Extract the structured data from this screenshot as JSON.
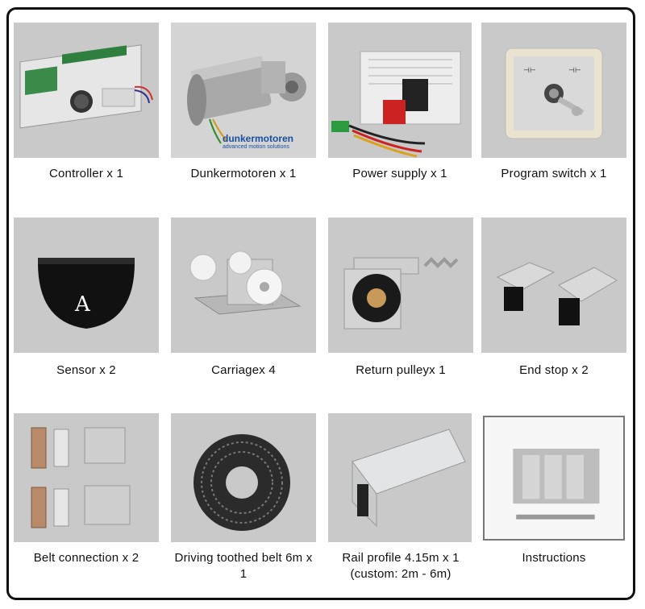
{
  "items": [
    {
      "label": "Controller x 1",
      "icon": "controller-board-icon"
    },
    {
      "label": "Dunkermotoren x 1",
      "icon": "motor-icon",
      "brand": "dunkermotoren",
      "brand_tagline": "advanced motion solutions",
      "colors": {
        "brand": "#1a4fa0"
      }
    },
    {
      "label": "Power supply x 1",
      "icon": "power-supply-icon"
    },
    {
      "label": "Program switch x 1",
      "icon": "key-switch-icon"
    },
    {
      "label": "Sensor x 2",
      "icon": "sensor-icon"
    },
    {
      "label": "Carriagex 4",
      "icon": "carriage-wheels-icon"
    },
    {
      "label": "Return pulleyx 1",
      "icon": "return-pulley-icon"
    },
    {
      "label": "End stop x 2",
      "icon": "end-stop-icon"
    },
    {
      "label": "Belt connection x 2",
      "icon": "belt-connection-icon"
    },
    {
      "label": "Driving toothed belt 6m x 1",
      "icon": "toothed-belt-icon"
    },
    {
      "label": "Rail profile 4.15m x 1",
      "label2": "(custom: 2m - 6m)",
      "icon": "rail-profile-icon"
    },
    {
      "label": "Instructions",
      "icon": "manual-icon"
    }
  ]
}
